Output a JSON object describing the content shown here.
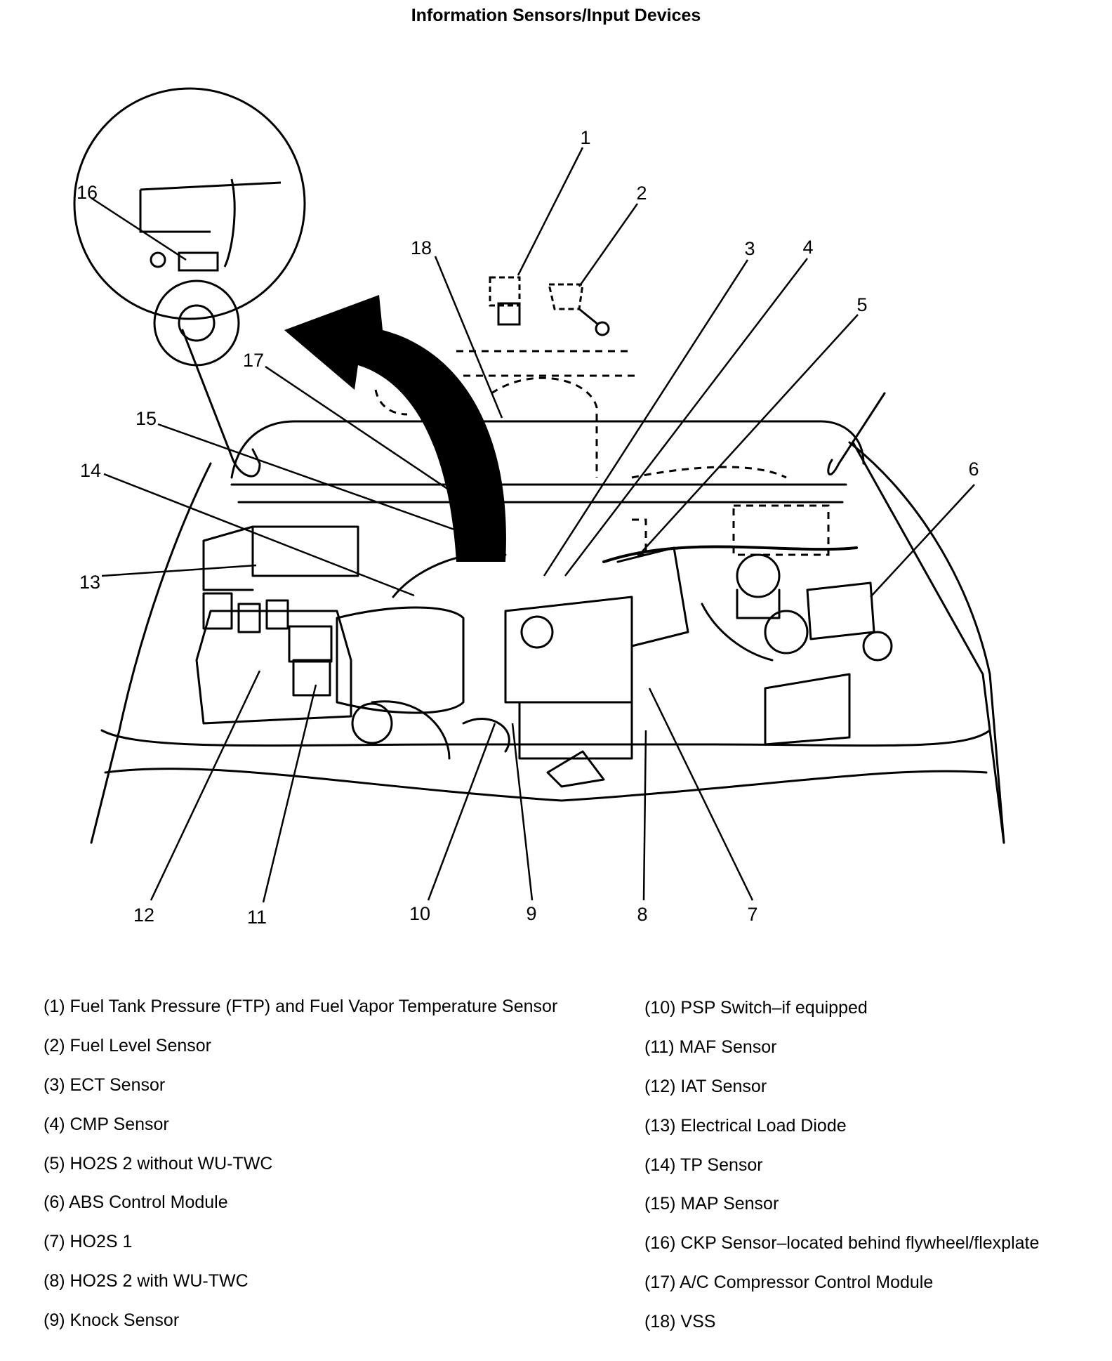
{
  "title": "Information Sensors/Input Devices",
  "callouts": [
    "1",
    "2",
    "3",
    "4",
    "5",
    "6",
    "7",
    "8",
    "9",
    "10",
    "11",
    "12",
    "13",
    "14",
    "15",
    "16",
    "17",
    "18"
  ],
  "legend_left": [
    "(1) Fuel Tank Pressure (FTP) and Fuel Vapor Temperature Sensor",
    "(2) Fuel Level Sensor",
    "(3) ECT Sensor",
    "(4) CMP Sensor",
    "(5) HO2S 2 without WU-TWC",
    "(6) ABS Control Module",
    "(7) HO2S 1",
    "(8) HO2S 2 with WU-TWC",
    "(9) Knock Sensor"
  ],
  "legend_right": [
    "(10) PSP Switch–if equipped",
    "(11) MAF Sensor",
    "(12) IAT Sensor",
    "(13) Electrical Load Diode",
    "(14) TP Sensor",
    "(15) MAP Sensor",
    "(16) CKP Sensor–located behind flywheel/flexplate",
    "(17) A/C Compressor Control Module",
    "(18) VSS"
  ]
}
